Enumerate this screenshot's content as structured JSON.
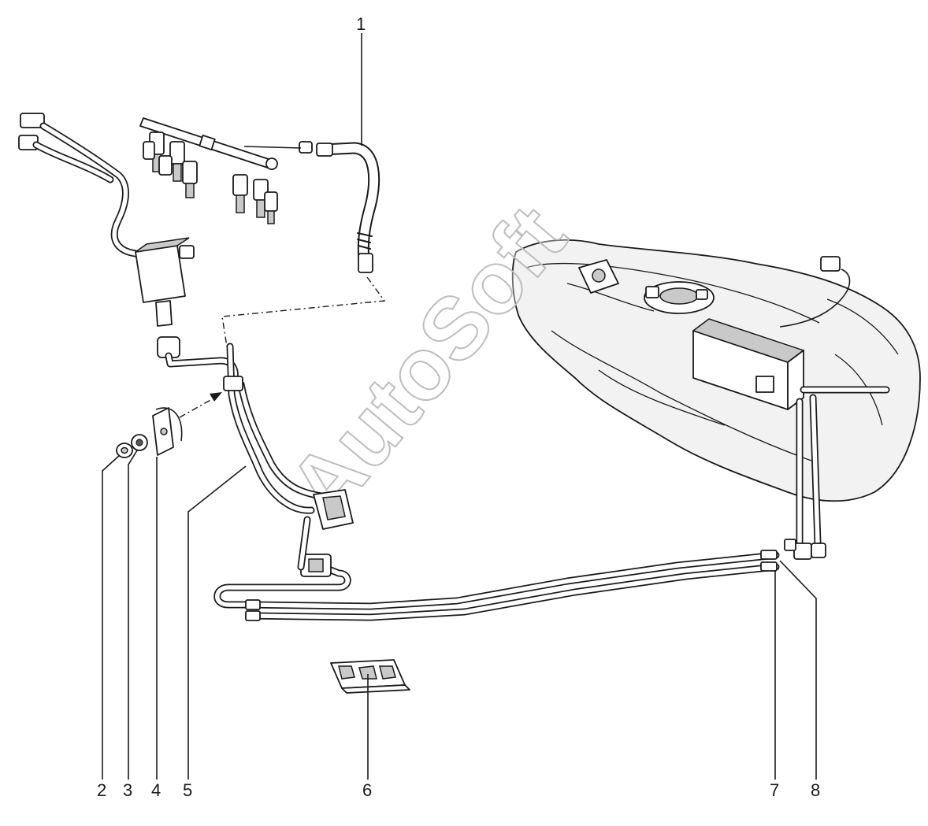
{
  "watermark": "AutoSoft",
  "callouts": [
    "1",
    "2",
    "3",
    "4",
    "5",
    "6",
    "7",
    "8"
  ]
}
